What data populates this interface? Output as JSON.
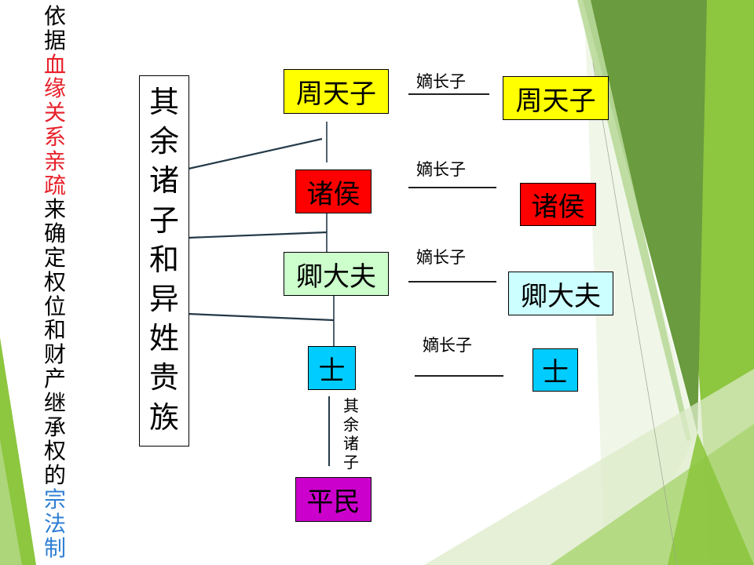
{
  "side_caption": [
    {
      "text": "依据",
      "color": "#000000"
    },
    {
      "text": "血缘关系亲疏",
      "color": "#e8202a"
    },
    {
      "text": "来确定权位和财产继承权的",
      "color": "#000000"
    },
    {
      "text": "宗法制",
      "color": "#2f7fd4"
    }
  ],
  "nobles_box": {
    "label": "其余诸子和异姓贵族"
  },
  "hierarchy": [
    {
      "label": "周天子",
      "color": "#ffff00"
    },
    {
      "label": "诸侯",
      "color": "#ff0000"
    },
    {
      "label": "卿大夫",
      "color": "#ccffcc"
    },
    {
      "label": "士",
      "color": "#00ccff"
    }
  ],
  "other_sons_label": "其余诸子",
  "commoners": {
    "label": "平民",
    "color": "#cc00cc"
  },
  "succession": [
    {
      "relation": "嫡长子",
      "heir": {
        "label": "周天子",
        "color": "#ffff00"
      }
    },
    {
      "relation": "嫡长子",
      "heir": {
        "label": "诸侯",
        "color": "#ff0000"
      }
    },
    {
      "relation": "嫡长子",
      "heir": {
        "label": "卿大夫",
        "color": "#ccffff"
      }
    },
    {
      "relation": "嫡长子",
      "heir": {
        "label": "士",
        "color": "#00ccff"
      }
    }
  ],
  "theme": {
    "accent_green": "#8dc63f",
    "dark_green": "#6a9b3e",
    "pale_green": "#dcebc8",
    "connector_color": "#243a48"
  }
}
